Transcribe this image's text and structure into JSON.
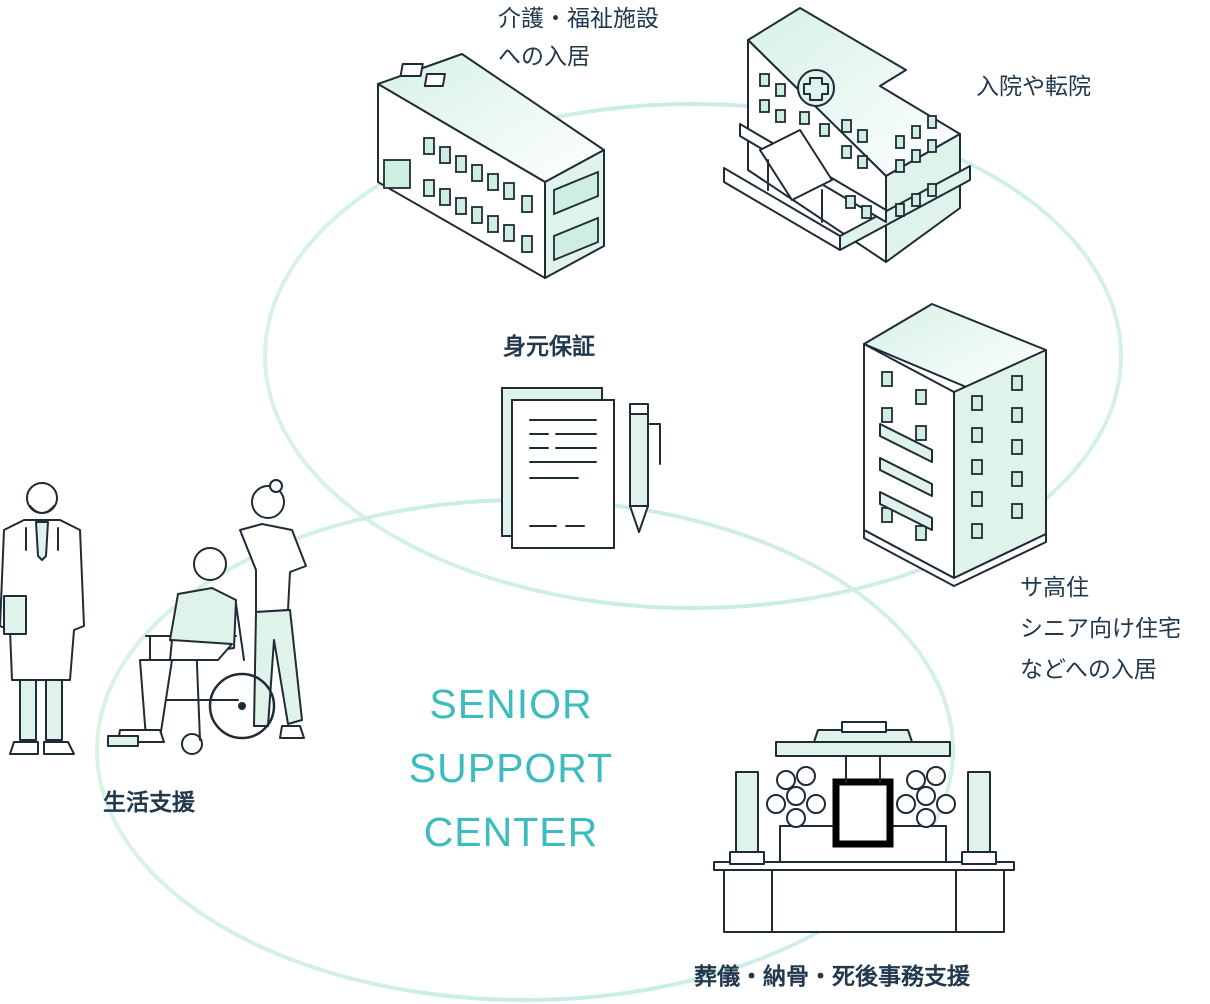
{
  "center": {
    "line1": "SENIOR",
    "line2": "SUPPORT",
    "line3": "CENTER"
  },
  "labels": {
    "care_facility": {
      "line1": "介護・福祉施設",
      "line2": "への入居"
    },
    "hospital": "入院や転院",
    "guarantee": "身元保証",
    "housing": {
      "line1": "サ高住",
      "line2": "シニア向け住宅",
      "line3": "などへの入居"
    },
    "life_support": "生活支援",
    "funeral": "葬儀・納骨・死後事務支援"
  },
  "colors": {
    "accent_text": "#3dbcc0",
    "ring": "#cdeee4",
    "mint": "#dff3ea",
    "outline": "#1f2b36",
    "label": "#22384d"
  },
  "icons": [
    "care-facility-building-icon",
    "hospital-building-icon",
    "document-pen-icon",
    "apartment-building-icon",
    "caregivers-wheelchair-icon",
    "funeral-altar-icon"
  ]
}
